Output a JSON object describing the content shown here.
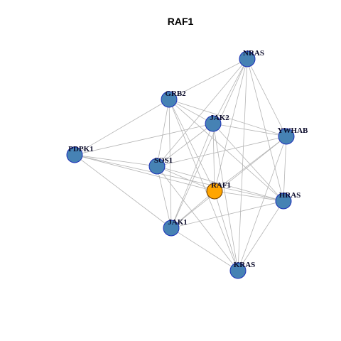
{
  "title": "RAF1",
  "colors": {
    "node_fill": "#4682b4",
    "focus_fill": "#ffa500",
    "edge": "#b4b4b4"
  },
  "focus_node": "RAF1",
  "nodes": [
    {
      "id": "NRAS"
    },
    {
      "id": "GRB2"
    },
    {
      "id": "JAK2"
    },
    {
      "id": "YWHAB"
    },
    {
      "id": "PDPK1"
    },
    {
      "id": "SOS1"
    },
    {
      "id": "RAF1"
    },
    {
      "id": "HRAS"
    },
    {
      "id": "JAK1"
    },
    {
      "id": "KRAS"
    }
  ],
  "edges": [
    [
      "NRAS",
      "GRB2"
    ],
    [
      "NRAS",
      "JAK2"
    ],
    [
      "NRAS",
      "SOS1"
    ],
    [
      "NRAS",
      "RAF1"
    ],
    [
      "NRAS",
      "YWHAB"
    ],
    [
      "NRAS",
      "HRAS"
    ],
    [
      "NRAS",
      "KRAS"
    ],
    [
      "NRAS",
      "JAK1"
    ],
    [
      "GRB2",
      "JAK2"
    ],
    [
      "GRB2",
      "YWHAB"
    ],
    [
      "GRB2",
      "PDPK1"
    ],
    [
      "GRB2",
      "SOS1"
    ],
    [
      "GRB2",
      "RAF1"
    ],
    [
      "GRB2",
      "HRAS"
    ],
    [
      "GRB2",
      "JAK1"
    ],
    [
      "GRB2",
      "KRAS"
    ],
    [
      "JAK2",
      "YWHAB"
    ],
    [
      "JAK2",
      "PDPK1"
    ],
    [
      "JAK2",
      "SOS1"
    ],
    [
      "JAK2",
      "RAF1"
    ],
    [
      "JAK2",
      "HRAS"
    ],
    [
      "JAK2",
      "JAK1"
    ],
    [
      "JAK2",
      "KRAS"
    ],
    [
      "YWHAB",
      "SOS1"
    ],
    [
      "YWHAB",
      "RAF1"
    ],
    [
      "YWHAB",
      "HRAS"
    ],
    [
      "YWHAB",
      "JAK1"
    ],
    [
      "YWHAB",
      "KRAS"
    ],
    [
      "PDPK1",
      "SOS1"
    ],
    [
      "PDPK1",
      "RAF1"
    ],
    [
      "PDPK1",
      "HRAS"
    ],
    [
      "PDPK1",
      "JAK1"
    ],
    [
      "SOS1",
      "RAF1"
    ],
    [
      "SOS1",
      "HRAS"
    ],
    [
      "SOS1",
      "JAK1"
    ],
    [
      "SOS1",
      "KRAS"
    ],
    [
      "RAF1",
      "HRAS"
    ],
    [
      "RAF1",
      "JAK1"
    ],
    [
      "RAF1",
      "KRAS"
    ],
    [
      "HRAS",
      "JAK1"
    ],
    [
      "HRAS",
      "KRAS"
    ],
    [
      "JAK1",
      "KRAS"
    ]
  ]
}
